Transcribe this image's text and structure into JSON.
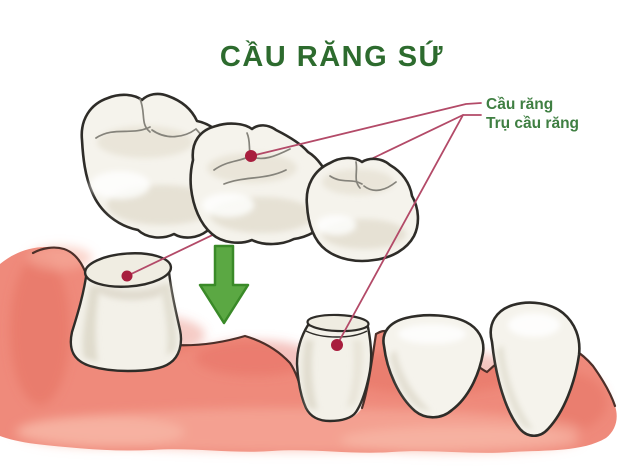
{
  "title": {
    "text": "CẦU RĂNG SỨ",
    "color": "#2d6b2e"
  },
  "annotations": {
    "labels": [
      {
        "text": "Cầu răng",
        "points_to": "bridge-middle-crown"
      },
      {
        "text": "Trụ cầu răng",
        "points_to": "abutment-teeth"
      }
    ],
    "text_color": "#3f7f42",
    "leader_line_color": "#b34a68",
    "marker_dot_color": "#a81e3e"
  },
  "illustration": {
    "arrow": {
      "direction": "down",
      "fill": "#5ba843",
      "stroke": "#3a8a28"
    },
    "colors": {
      "background": "#ffffff",
      "gum": "#ef8a7b",
      "gum_shadow": "#e36a5c",
      "gum_highlight": "#f7b2a2",
      "gum_outline": "#4d2f29",
      "tooth": "#f5f3ec",
      "tooth_shade": "#dcd7c8",
      "tooth_outline": "#2e2c28"
    }
  }
}
